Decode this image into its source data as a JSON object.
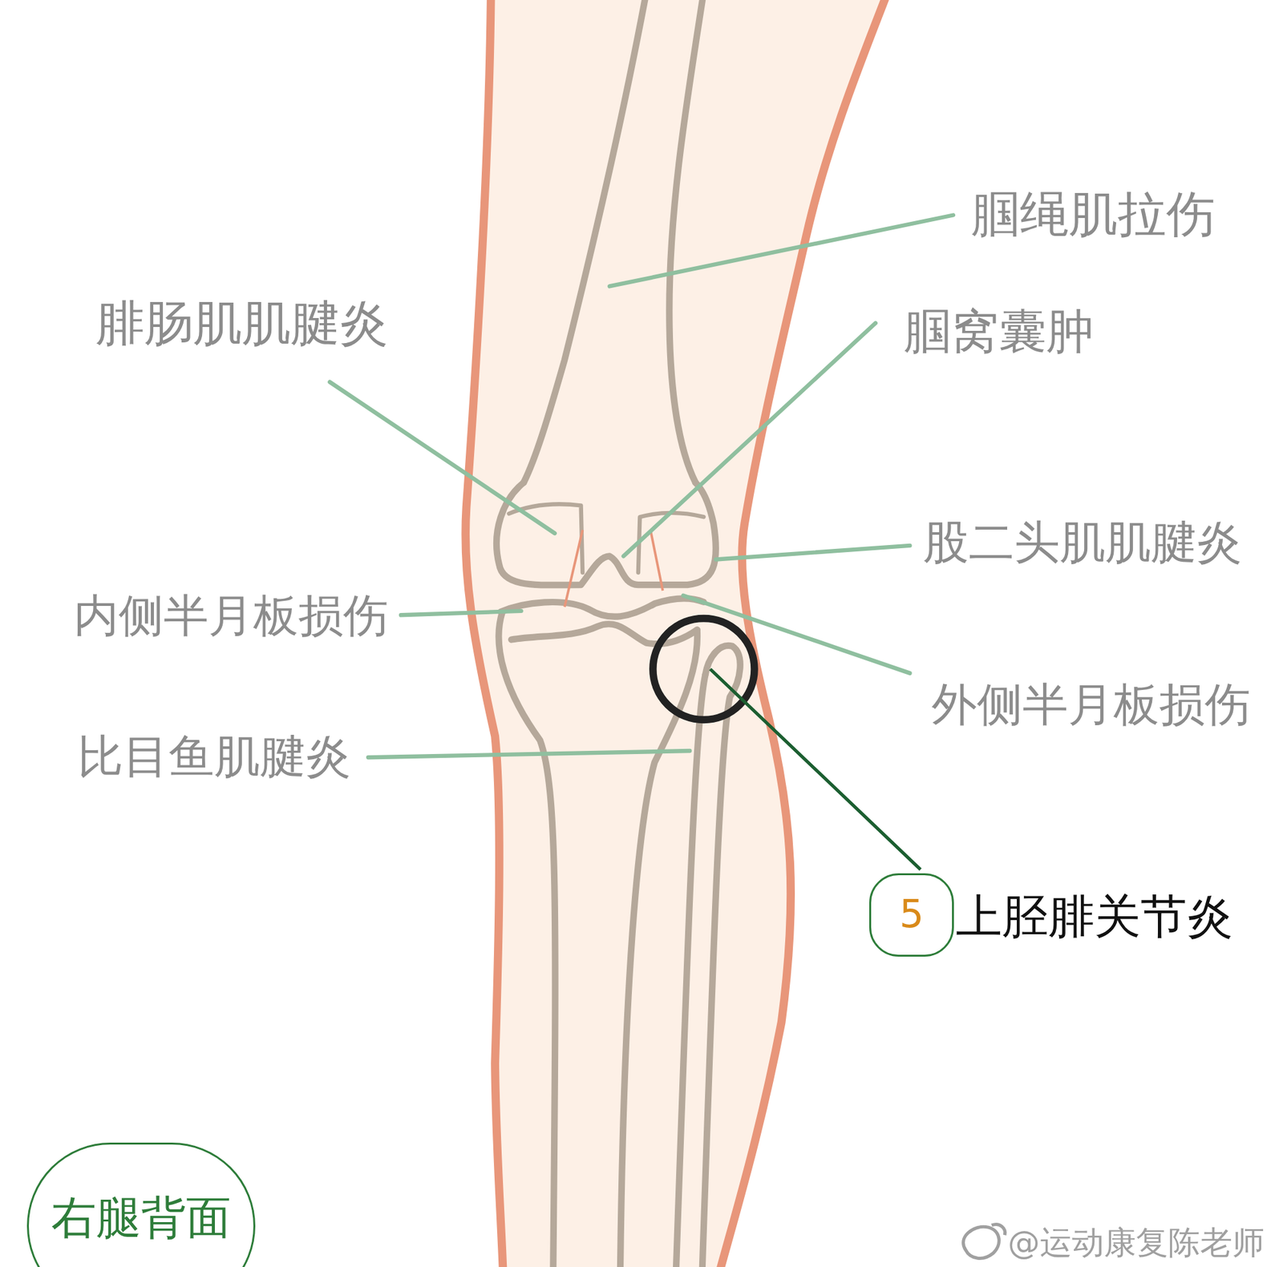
{
  "diagram": {
    "nodes": [
      {
        "text": [
          "5"
        ]
      },
      {
        "text": [
          "右腿背面"
        ]
      }
    ],
    "edges": [],
    "labels": [
      "腘绳肌拉伤",
      "腓肠肌肌腱炎",
      "腘窝囊肿",
      "股二头肌肌腱炎",
      "内侧半月板损伤",
      "外侧半月板损伤",
      "比目鱼肌腱炎",
      "上胫腓关节炎",
      "@运动康复陈老师"
    ]
  }
}
